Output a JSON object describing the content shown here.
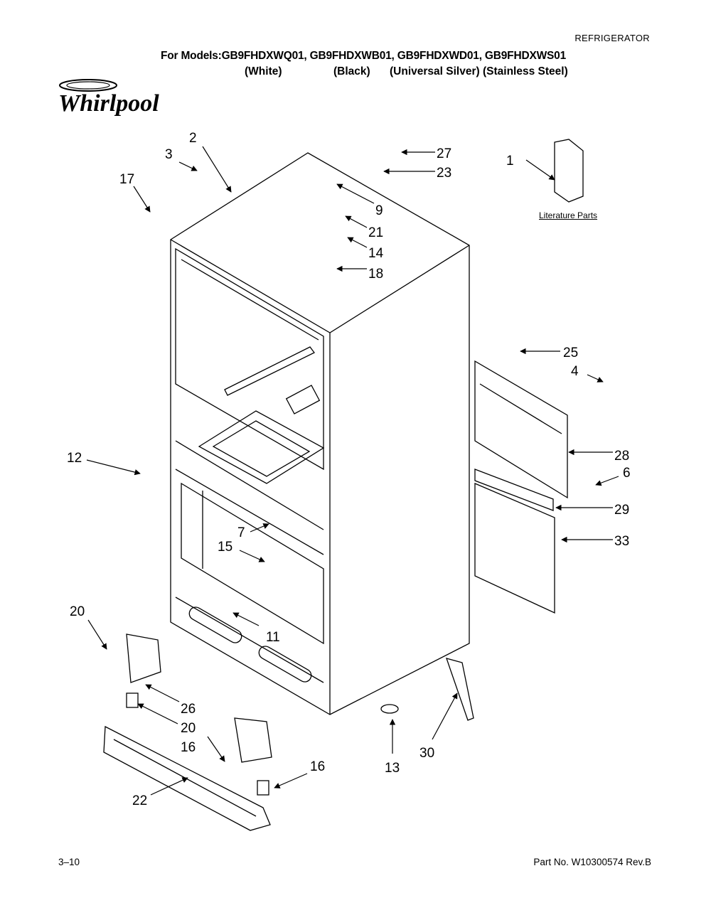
{
  "header": {
    "category": "REFRIGERATOR",
    "models_line": "For Models:GB9FHDXWQ01, GB9FHDXWB01, GB9FHDXWD01, GB9FHDXWS01",
    "colors": [
      "(White)",
      "(Black)",
      "(Universal Silver)",
      "(Stainless Steel)"
    ]
  },
  "brand": {
    "logo_text": "Whirlpool"
  },
  "diagram": {
    "callouts": [
      "1",
      "2",
      "3",
      "17",
      "27",
      "23",
      "9",
      "21",
      "14",
      "18",
      "25",
      "4",
      "28",
      "6",
      "29",
      "33",
      "12",
      "7",
      "15",
      "11",
      "20",
      "26",
      "20",
      "16",
      "16",
      "22",
      "13",
      "30"
    ],
    "literature_label": "Literature Parts"
  },
  "footer": {
    "page_number": "3–10",
    "part_number": "Part No. W10300574 Rev.B"
  }
}
